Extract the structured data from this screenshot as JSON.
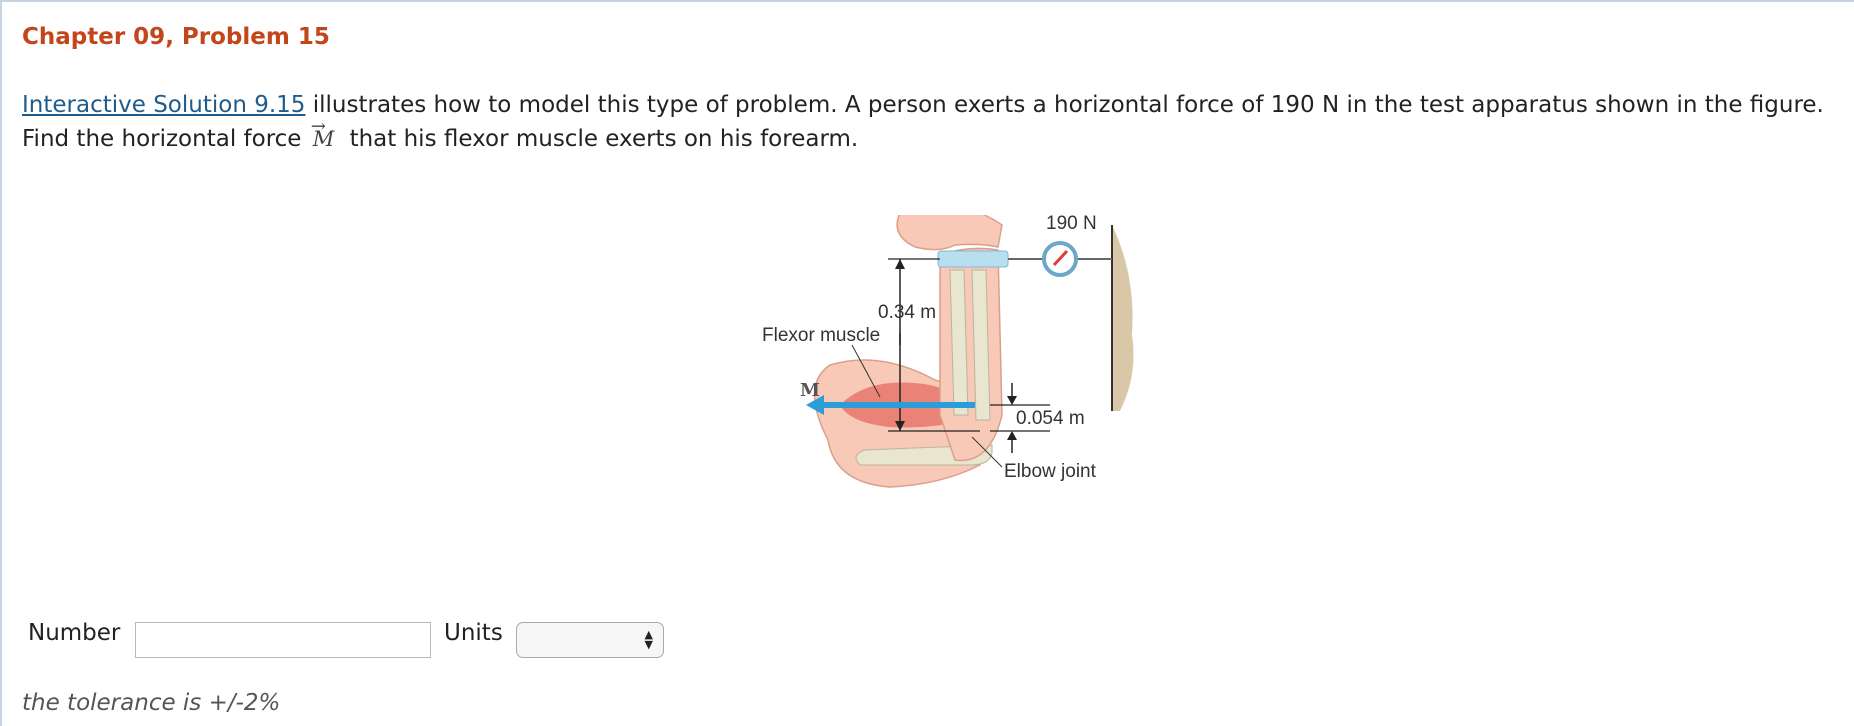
{
  "problem": {
    "title": "Chapter 09, Problem 15",
    "link_text": "Interactive Solution 9.15",
    "text_part1": " illustrates how to model this type of problem. A person exerts a horizontal force of 190 N in the test apparatus shown in the figure. Find the horizontal force ",
    "vector_symbol": "M",
    "text_part2": " that his flexor muscle exerts on his forearm."
  },
  "figure": {
    "force_label": "190 N",
    "length_long": "0.34 m",
    "flexor_label": "Flexor muscle",
    "muscle_vector": "M",
    "length_short": "0.054 m",
    "elbow_label": "Elbow joint"
  },
  "answer": {
    "number_label": "Number",
    "number_value": "",
    "units_label": "Units",
    "units_value": ""
  },
  "tolerance": "the tolerance is +/-2%",
  "colors": {
    "title": "#c2461a",
    "link": "#1f5c8c",
    "skin": "#f7c9b6",
    "muscle": "#e9756c",
    "bone": "#e8e6cf",
    "arrow": "#2a9ed8",
    "wall": "#d9c8a8"
  }
}
